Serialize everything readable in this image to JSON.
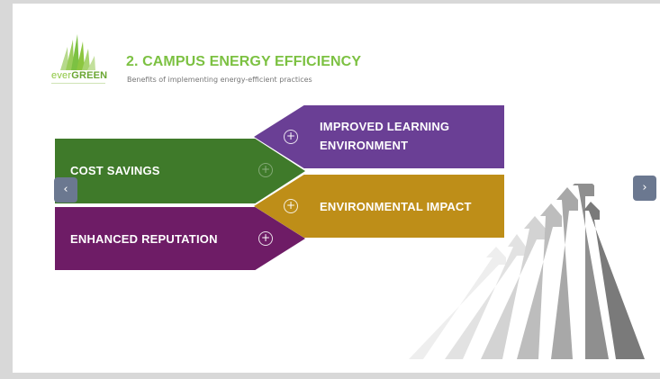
{
  "logo": {
    "ever": "ever",
    "green": "GREEN"
  },
  "header": {
    "title": "2. CAMPUS ENERGY EFFICIENCY",
    "subtitle": "Benefits of implementing energy-efficient practices"
  },
  "items": [
    {
      "id": "cost",
      "label": "COST SAVINGS",
      "color": "#3f7a2a"
    },
    {
      "id": "learning",
      "label_line1": "IMPROVED LEARNING",
      "label_line2": "ENVIRONMENT",
      "color": "#6a3f95"
    },
    {
      "id": "environment",
      "label": "ENVIRONMENTAL IMPACT",
      "color": "#be8e18"
    },
    {
      "id": "reputation",
      "label": "ENHANCED REPUTATION",
      "color": "#6e1c66"
    }
  ],
  "icons": {
    "expand": "plus-circle-icon",
    "prev": "chevron-left-icon",
    "next": "chevron-right-icon"
  },
  "nav": {
    "prev": "‹",
    "next": "›"
  },
  "plus_symbol": "+"
}
